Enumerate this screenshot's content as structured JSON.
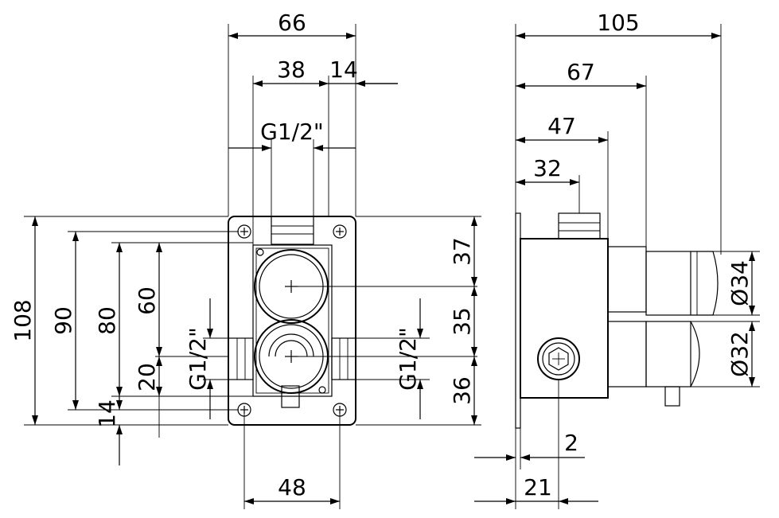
{
  "front_view": {
    "width_66": "66",
    "width_38": "38",
    "width_14_top": "14",
    "thread_top": "G1/2\"",
    "height_108": "108",
    "height_90": "90",
    "height_80": "80",
    "height_60": "60",
    "height_20": "20",
    "height_14": "14",
    "thread_left": "G1/2\"",
    "thread_right": "G1/2\"",
    "right_37": "37",
    "right_35": "35",
    "right_36": "36",
    "bottom_48": "48"
  },
  "side_view": {
    "depth_105": "105",
    "depth_67": "67",
    "depth_47": "47",
    "depth_32": "32",
    "dia_34": "Ø34",
    "dia_32": "Ø32",
    "plate_2": "2",
    "plate_21": "21"
  }
}
